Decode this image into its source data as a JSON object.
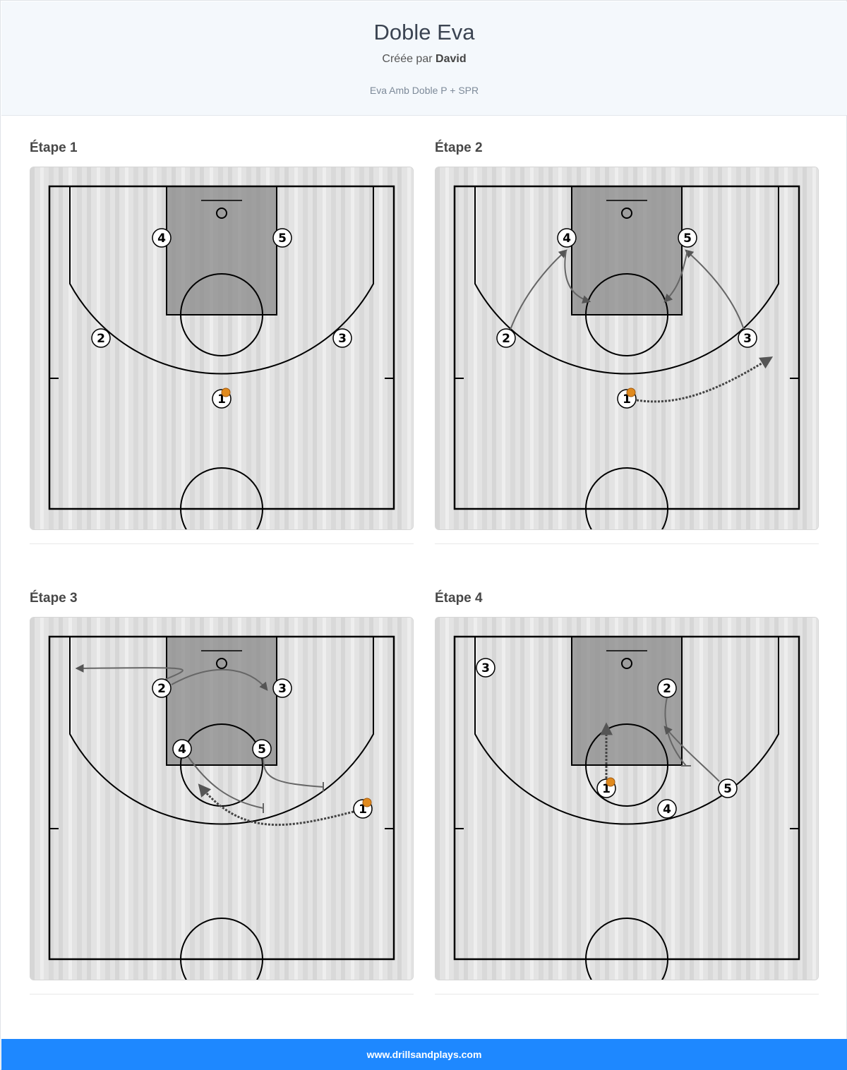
{
  "header": {
    "title": "Doble Eva",
    "author_prefix": "Créée par",
    "author_name": "David",
    "subtitle": "Eva Amb Doble P + SPR"
  },
  "steps": [
    {
      "label": "Étape 1",
      "players": [
        {
          "num": "4"
        },
        {
          "num": "5"
        },
        {
          "num": "2"
        },
        {
          "num": "3"
        },
        {
          "num": "1",
          "ball": true
        }
      ]
    },
    {
      "label": "Étape 2",
      "players": [
        {
          "num": "4"
        },
        {
          "num": "5"
        },
        {
          "num": "2"
        },
        {
          "num": "3"
        },
        {
          "num": "1",
          "ball": true
        }
      ],
      "actions": [
        "cut 2→4",
        "cut 4 down",
        "cut 3→5",
        "cut 5 down",
        "dribble 1 right"
      ]
    },
    {
      "label": "Étape 3",
      "players": [
        {
          "num": "2"
        },
        {
          "num": "3"
        },
        {
          "num": "4"
        },
        {
          "num": "5"
        },
        {
          "num": "1",
          "ball": true
        }
      ],
      "actions": [
        "cut 2 left",
        "cut 3 right",
        "screen 4",
        "screen 5",
        "dribble 1 left"
      ]
    },
    {
      "label": "Étape 4",
      "players": [
        {
          "num": "3"
        },
        {
          "num": "2"
        },
        {
          "num": "1",
          "ball": true
        },
        {
          "num": "5"
        },
        {
          "num": "4"
        }
      ],
      "actions": [
        "dribble 1 up",
        "screen 2",
        "cut 5"
      ]
    }
  ],
  "footer": {
    "url": "www.drillsandplays.com"
  },
  "colors": {
    "header_bg": "#f4f8fc",
    "footer_bg": "#1e88ff",
    "paint": "#8a8a8a",
    "court_line": "#000000",
    "action_line": "#666666",
    "ball": "#e08a1e"
  }
}
